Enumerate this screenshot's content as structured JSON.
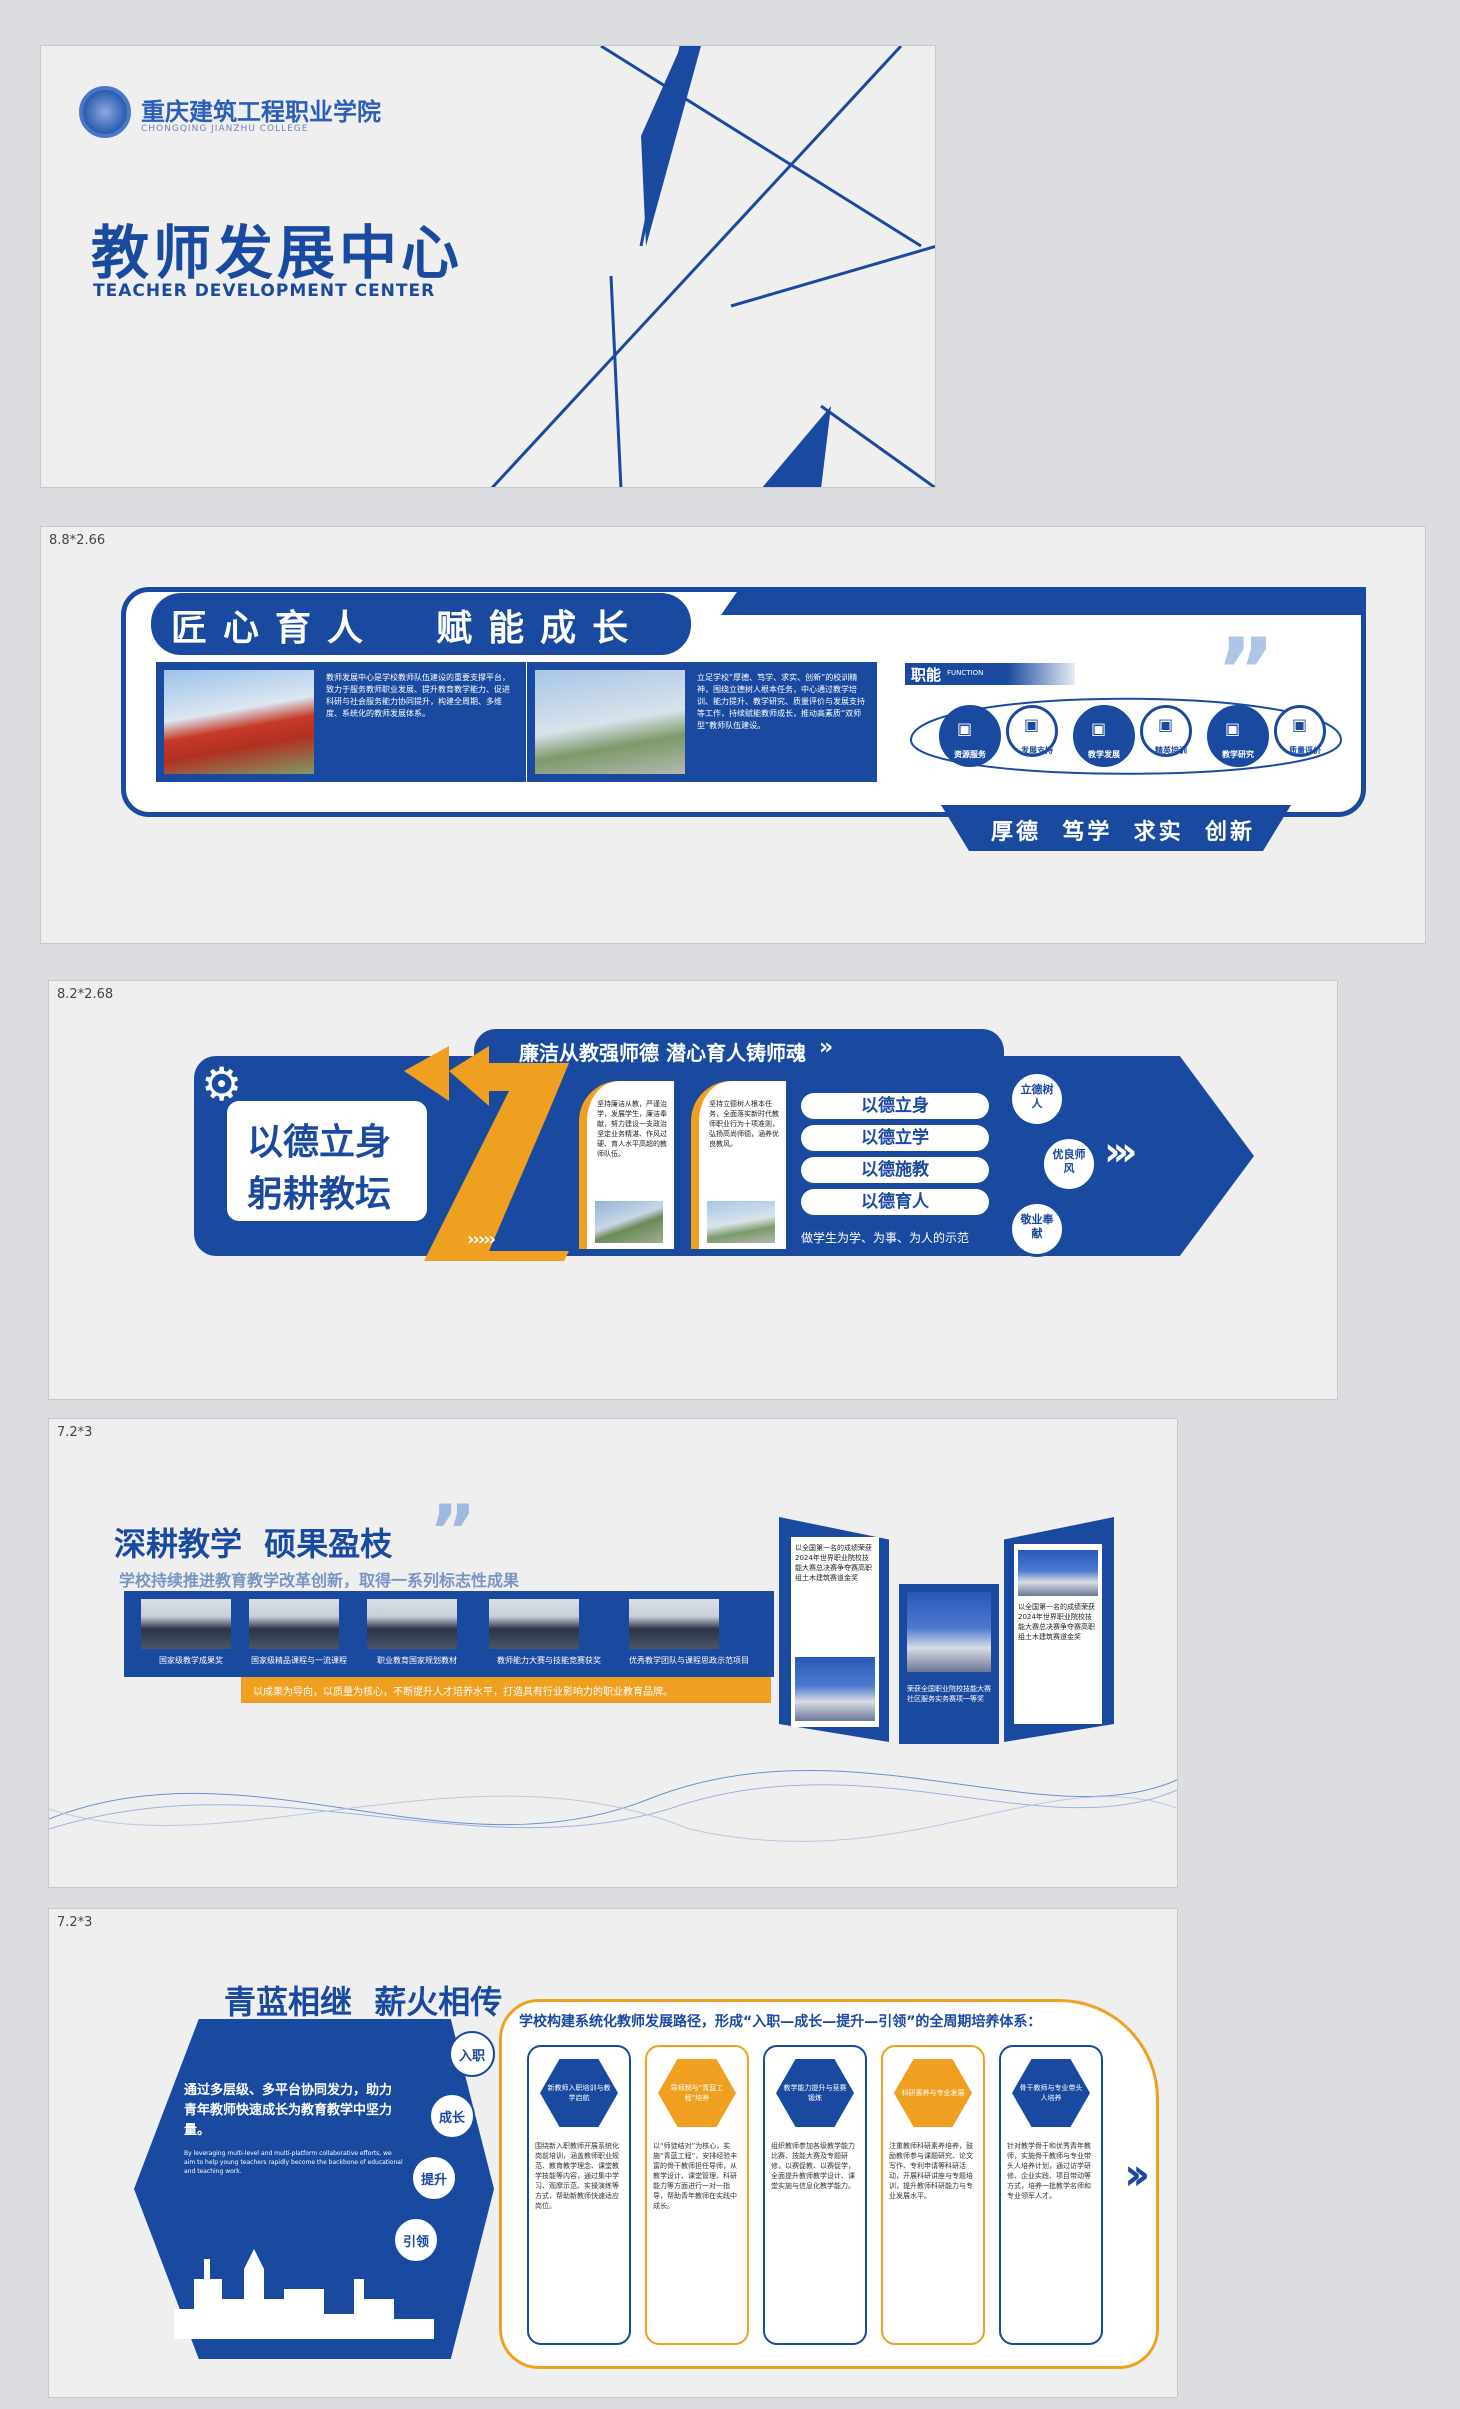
{
  "panel1": {
    "college_name": "重庆建筑工程职业学院",
    "college_name_en": "CHONGQING JIANZHU COLLEGE",
    "title": "教师发展中心",
    "subtitle": "TEACHER DEVELOPMENT CENTER"
  },
  "panel2": {
    "size": "8.8*2.66",
    "title": "匠心育人  赋能成长",
    "card1_text": "教师发展中心是学校教师队伍建设的重要支撑平台，致力于服务教师职业发展、提升教育教学能力、促进科研与社会服务能力协同提升，构建全周期、多维度、系统化的教师发展体系。",
    "card2_text": "立足学校“厚德、笃学、求实、创新”的校训精神，围绕立德树人根本任务，中心通过教学培训、能力提升、教学研究、质量评价与发展支持等工作，持续赋能教师成长，推动高素质“双师型”教师队伍建设。",
    "function_label": "职能",
    "function_label_en": "FUNCTION",
    "functions": [
      "资源服务",
      "发展支持",
      "教学发展",
      "精英培训",
      "教学研究",
      "质量评价"
    ],
    "motto": "厚德  笃学  求实  创新"
  },
  "panel3": {
    "size": "8.2*2.68",
    "title_line1": "以德立身",
    "title_line2": "躬耕教坛",
    "banner": "廉洁从教强师德 潜心育人铸师魂",
    "col1_text": "坚持廉洁从教，严谨治学，发展学生，廉洁奉献，努力建设一支政治坚定业务精湛、作风过硬、育人水平高超的教师队伍。",
    "col2_text": "坚持立德树人根本任务，全面落实新时代教师职业行为十项准则，弘扬高尚师德，涵养优良教风。",
    "pills": [
      "以德立身",
      "以德立学",
      "以德施教",
      "以德育人"
    ],
    "pill_caption": "做学生为学、为事、为人的示范",
    "right_circles": [
      "立德树人",
      "优良师风",
      "敬业奉献"
    ]
  },
  "panel4": {
    "size": "7.2*3",
    "title": "深耕教学  硕果盈枝",
    "subtitle": "学校持续推进教育教学改革创新，取得一系列标志性成果",
    "awards": [
      "国家级教学成果奖",
      "国家级精品课程与一流课程",
      "职业教育国家规划教材",
      "教师能力大赛与技能竞赛获奖",
      "优秀教学团队与课程思政示范项目"
    ],
    "slogan": "以成果为导向，以质量为核心，不断提升人才培养水平，打造具有行业影响力的职业教育品牌。",
    "left_board": "以全国第一名的成绩荣获2024年世界职业院校技能大赛总决赛争夺赛高职组土木建筑赛道金奖",
    "center_board": "荣获全国职业院校技能大赛社区服务实务赛项一等奖",
    "right_board": "以全国第一名的成绩荣获2024年世界职业院校技能大赛总决赛争夺赛高职组土木建筑赛道金奖"
  },
  "panel5": {
    "size": "7.2*3",
    "title": "青蓝相继  薪火相传",
    "intro": "通过多层级、多平台协同发力，助力青年教师快速成长为教育教学中坚力量。",
    "intro_en": "By leveraging multi-level and multi-platform collaborative efforts, we aim to help young teachers rapidly become the backbone of educational and teaching work.",
    "steps": [
      "入职",
      "成长",
      "提升",
      "引领"
    ],
    "header": "学校构建系统化教师发展路径，形成“入职—成长—提升—引领”的全周期培养体系：",
    "cards": [
      {
        "hex": "新教师入职培训与教学启航",
        "text": "围绕新入职教师开展系统化岗前培训，涵盖教师职业规范、教育教学理念、课堂教学技能等内容，通过集中学习、观摩示范、实操演练等方式，帮助新教师快速适应岗位。"
      },
      {
        "hex": "导师制与“青蓝工程”培养",
        "text": "以“师徒结对”为核心，实施“青蓝工程”，安排经验丰富的骨干教师担任导师，从教学设计、课堂管理、科研能力等方面进行一对一指导，帮助青年教师在实践中成长。"
      },
      {
        "hex": "教学能力提升与竞赛锻炼",
        "text": "组织教师参加各级教学能力比赛、技能大赛及专题研修，以赛促教、以赛促学，全面提升教师教学设计、课堂实施与信息化教学能力。"
      },
      {
        "hex": "科研素养与专业发展",
        "text": "注重教师科研素养培养，鼓励教师参与课题研究、论文写作、专利申请等科研活动，开展科研讲座与专题培训，提升教师科研能力与专业发展水平。"
      },
      {
        "hex": "骨干教师与专业带头人培养",
        "text": "针对教学骨干和优秀青年教师，实施骨干教师与专业带头人培养计划，通过访学研修、企业实践、项目带动等方式，培养一批教学名师和专业领军人才。"
      }
    ]
  },
  "colors": {
    "primary": "#1a4aa0",
    "accent": "#f0a020",
    "panel_bg": "#efefef"
  }
}
